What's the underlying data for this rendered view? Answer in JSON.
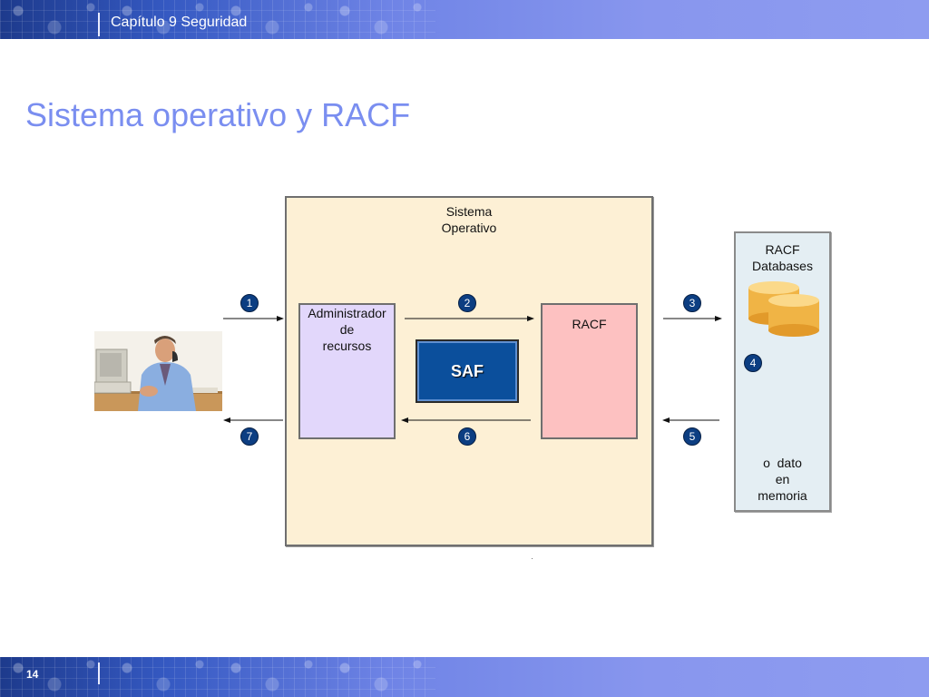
{
  "header": {
    "chapter_title": "Capítulo 9  Seguridad"
  },
  "slide": {
    "title": "Sistema operativo y RACF",
    "page_number": "14"
  },
  "diagram": {
    "operating_system_label": "Sistema\nOperativo",
    "resource_manager_label": "Administrador\nde\nrecursos",
    "racf_label": "RACF",
    "saf_label": "SAF",
    "databases_label": "RACF\nDatabases",
    "memory_label": "o  dato\nen\nmemoria",
    "steps": [
      "1",
      "2",
      "3",
      "4",
      "5",
      "6",
      "7"
    ]
  },
  "icons": {
    "user": "person-at-desk-icon",
    "database": "database-cylinders-icon"
  },
  "colors": {
    "title": "#7a8ef0",
    "os_box": "#fdf0d5",
    "resource_manager_box": "#e2d7fb",
    "racf_box": "#fdc1c1",
    "saf_box": "#0b4f9c",
    "db_panel": "#e4eef3",
    "step_circle": "#0c3e82",
    "database": "#f0b445"
  }
}
